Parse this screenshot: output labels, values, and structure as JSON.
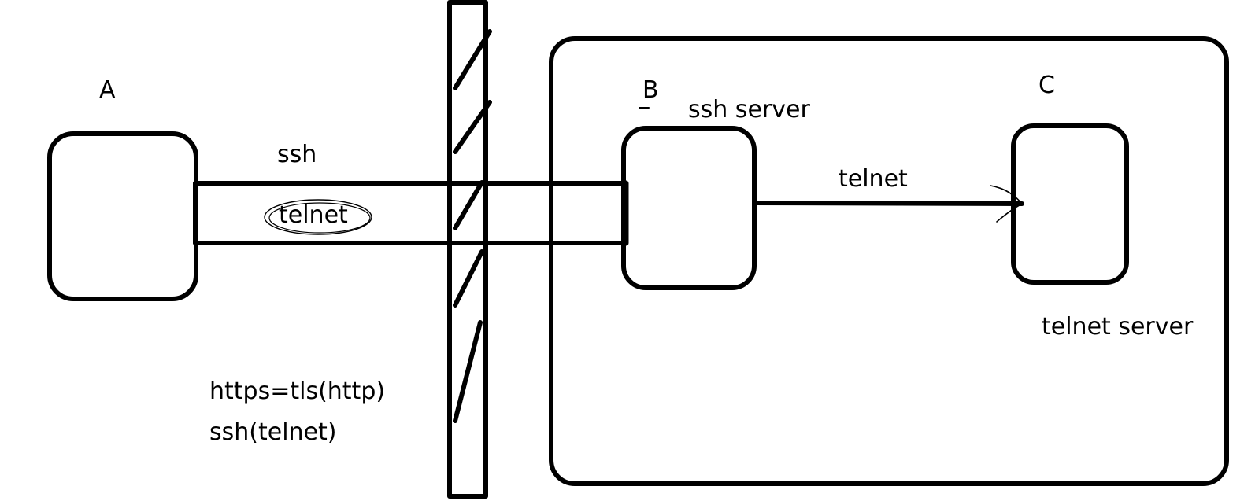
{
  "nodes": {
    "a": {
      "label": "A"
    },
    "b": {
      "label": "B",
      "caption": "ssh server"
    },
    "c": {
      "label": "C",
      "caption": "telnet server"
    }
  },
  "tunnel": {
    "outer_label": "ssh",
    "inner_label": "telnet"
  },
  "link_bc": {
    "label": "telnet"
  },
  "notes": {
    "line1": "https=tls(http)",
    "line2": "ssh(telnet)"
  },
  "colors": {
    "ink": "#000000",
    "paper": "#ffffff"
  }
}
